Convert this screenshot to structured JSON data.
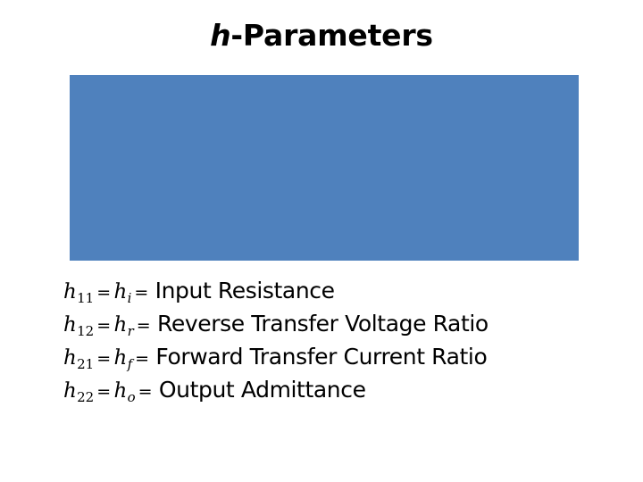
{
  "slide": {
    "background_color": "#ffffff",
    "title": {
      "symbol": "h",
      "rest": "-Parameters",
      "full_text": "h-Parameters"
    },
    "figure": {
      "type": "image-placeholder",
      "fill_color": "#4F81BD",
      "label": "blue-rectangle-placeholder"
    },
    "parameters": [
      {
        "symbol": "h",
        "subscript_numeric": "11",
        "equals_1": "=",
        "symbol_alt": "h",
        "subscript_alpha": "i",
        "equals_2": "=",
        "description": "Input Resistance"
      },
      {
        "symbol": "h",
        "subscript_numeric": "12",
        "equals_1": "=",
        "symbol_alt": "h",
        "subscript_alpha": "r",
        "equals_2": "=",
        "description": "Reverse Transfer Voltage Ratio"
      },
      {
        "symbol": "h",
        "subscript_numeric": "21",
        "equals_1": "=",
        "symbol_alt": "h",
        "subscript_alpha": "f",
        "equals_2": "=",
        "description": "Forward Transfer Current Ratio"
      },
      {
        "symbol": "h",
        "subscript_numeric": "22",
        "equals_1": "=",
        "symbol_alt": "h",
        "subscript_alpha": "o",
        "equals_2": "=",
        "description": "Output Admittance"
      }
    ]
  }
}
